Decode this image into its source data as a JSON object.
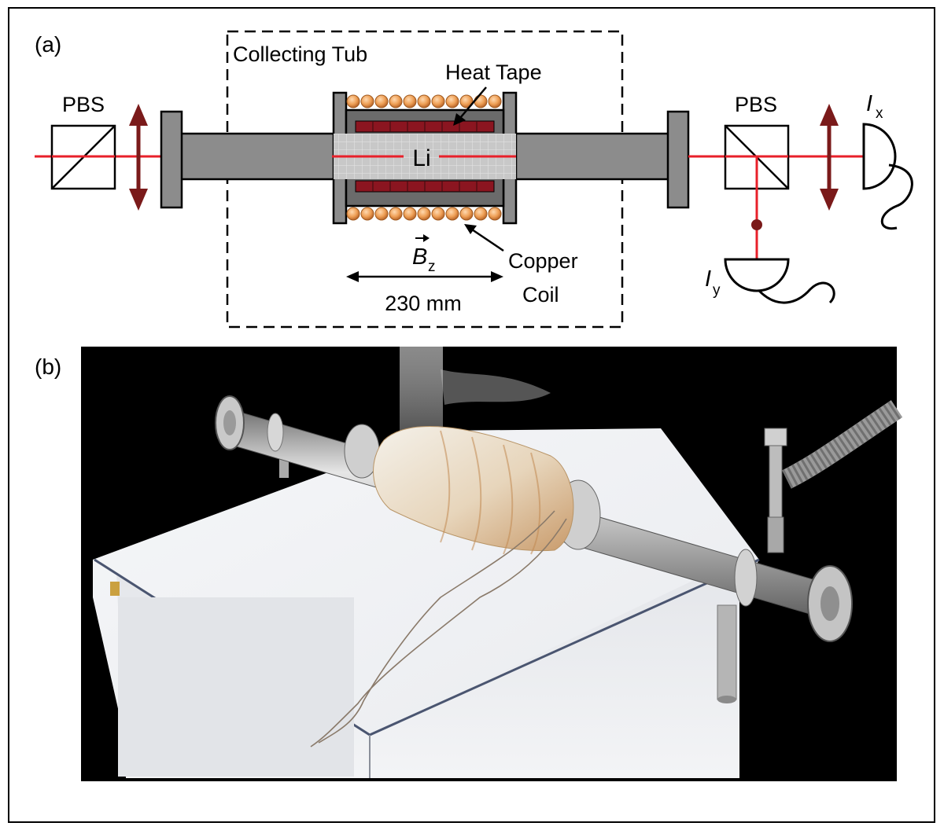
{
  "panel_a": {
    "label": "(a)",
    "pbs_left": "PBS",
    "pbs_right": "PBS",
    "collecting_tub": "Collecting Tub",
    "heat_tape": "Heat Tape",
    "lithium": "Li",
    "field_symbol": "B",
    "field_subscript": "z",
    "copper_coil_line1": "Copper",
    "copper_coil_line2": "Coil",
    "length": "230 mm",
    "detector_x": "I",
    "detector_x_sub": "x",
    "detector_y": "I",
    "detector_y_sub": "y"
  },
  "panel_b": {
    "label": "(b)"
  },
  "colors": {
    "laser": "#e8202a",
    "arrow": "#7a1a1a",
    "heat_tape": "#8b1520",
    "copper": "#e8a060",
    "pipe": "#8c8c8c"
  }
}
